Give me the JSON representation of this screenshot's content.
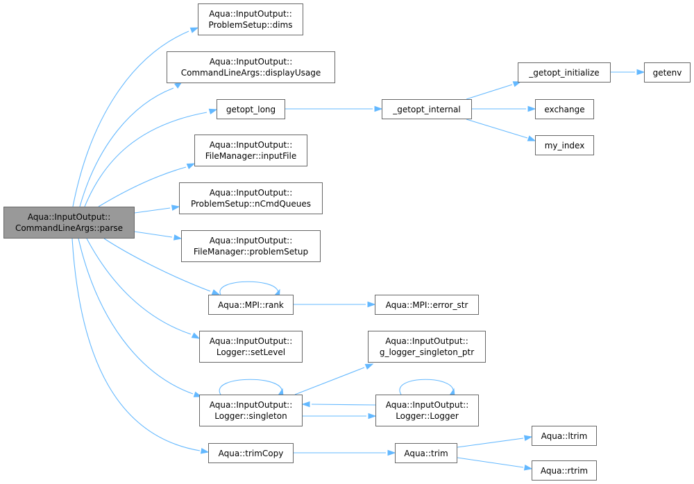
{
  "diagram": {
    "colors": {
      "edge": "#63b8ff",
      "node_border": "#666666",
      "root_fill": "#999999",
      "node_fill": "#ffffff"
    },
    "nodes": {
      "root": {
        "line1": "Aqua::InputOutput::",
        "line2": "CommandLineArgs::parse"
      },
      "problem_setup_dims": {
        "line1": "Aqua::InputOutput::",
        "line2": "ProblemSetup::dims"
      },
      "display_usage": {
        "line1": "Aqua::InputOutput::",
        "line2": "CommandLineArgs::displayUsage"
      },
      "getopt_long": {
        "line1": "getopt_long"
      },
      "getopt_internal": {
        "line1": "_getopt_internal"
      },
      "getopt_initialize": {
        "line1": "_getopt_initialize"
      },
      "getenv": {
        "line1": "getenv"
      },
      "exchange": {
        "line1": "exchange"
      },
      "my_index": {
        "line1": "my_index"
      },
      "input_file": {
        "line1": "Aqua::InputOutput::",
        "line2": "FileManager::inputFile"
      },
      "n_cmd_queues": {
        "line1": "Aqua::InputOutput::",
        "line2": "ProblemSetup::nCmdQueues"
      },
      "problem_setup": {
        "line1": "Aqua::InputOutput::",
        "line2": "FileManager::problemSetup"
      },
      "mpi_rank": {
        "line1": "Aqua::MPI::rank"
      },
      "mpi_error_str": {
        "line1": "Aqua::MPI::error_str"
      },
      "set_level": {
        "line1": "Aqua::InputOutput::",
        "line2": "Logger::setLevel"
      },
      "g_logger_ptr": {
        "line1": "Aqua::InputOutput::",
        "line2": "g_logger_singleton_ptr"
      },
      "singleton": {
        "line1": "Aqua::InputOutput::",
        "line2": "Logger::singleton"
      },
      "logger_ctor": {
        "line1": "Aqua::InputOutput::",
        "line2": "Logger::Logger"
      },
      "trim_copy": {
        "line1": "Aqua::trimCopy"
      },
      "trim": {
        "line1": "Aqua::trim"
      },
      "ltrim": {
        "line1": "Aqua::ltrim"
      },
      "rtrim": {
        "line1": "Aqua::rtrim"
      }
    }
  }
}
